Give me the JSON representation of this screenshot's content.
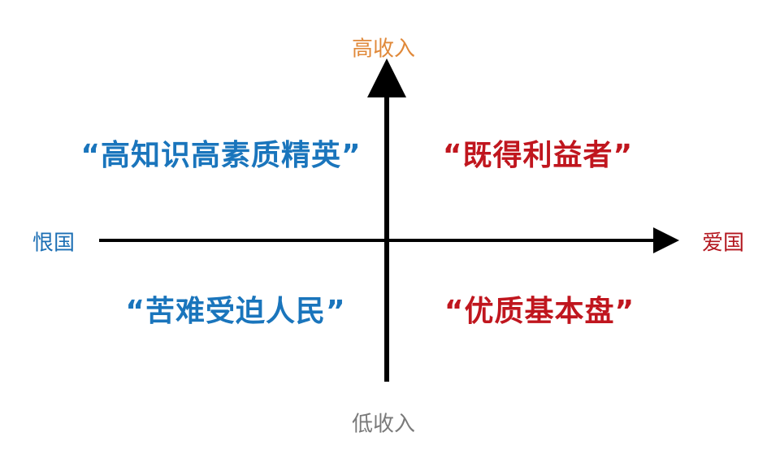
{
  "axes": {
    "top": "高收入",
    "bottom": "低收入",
    "left": "恨国",
    "right": "爱国"
  },
  "quadrants": {
    "top_left": "“高知识高素质精英”",
    "top_right": "“既得利益者”",
    "bottom_left": "“苦难受迫人民”",
    "bottom_right": "“优质基本盘”"
  },
  "colors": {
    "top": "#e0893a",
    "bottom": "#7a7a7a",
    "left": "#1c6fb4",
    "right": "#b3171f",
    "blue_quadrant": "#1a75bc",
    "red_quadrant": "#c0161e",
    "axis": "#000000"
  }
}
